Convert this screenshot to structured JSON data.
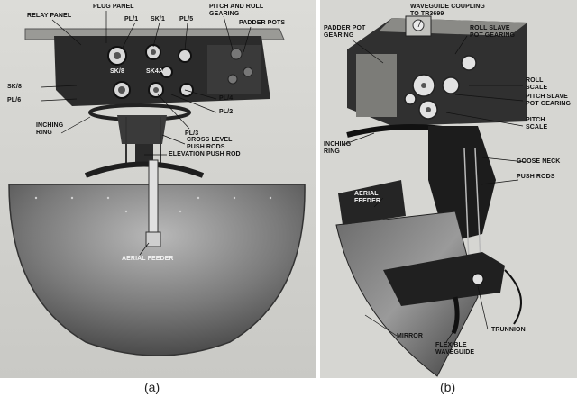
{
  "figure": {
    "panel_a": {
      "caption": "(a)",
      "labels": {
        "relay_panel": "RELAY PANEL",
        "plug_panel": "PLUG PANEL",
        "pl1": "PL/1",
        "sk1": "SK/1",
        "pl5": "PL/5",
        "pitch_roll_gearing": "PITCH AND ROLL\nGEARING",
        "padder_pots": "PADDER POTS",
        "sk8": "SK/8",
        "pl6": "PL/6",
        "sk8b": "SK/8",
        "sk4a": "SK4A",
        "pl4": "PL/4",
        "pl2": "PL/2",
        "pl3": "PL/3",
        "inching_ring": "INCHING\nRING",
        "cross_level": "CROSS LEVEL\nPUSH RODS",
        "elevation_rod": "ELEVATION PUSH ROD",
        "aerial_feeder": "AERIAL FEEDER"
      }
    },
    "panel_b": {
      "caption": "(b)",
      "labels": {
        "waveguide_coupling": "WAVEGUIDE COUPLING\nTO TR3699",
        "padder_pot_gearing": "PADDER POT\nGEARING",
        "roll_slave": "ROLL SLAVE\nPOT GEARING",
        "roll_scale": "ROLL\nSCALE",
        "pitch_slave": "PITCH SLAVE\nPOT GEARING",
        "pitch_scale": "PITCH\nSCALE",
        "inching_ring": "INCHING\nRING",
        "goose_neck": "GOOSE NECK",
        "push_rods": "PUSH RODS",
        "aerial_feeder": "AERIAL\nFEEDER",
        "trunnion": "TRUNNION",
        "mirror": "MIRROR",
        "flexible_waveguide": "FLEXIBLE\nWAVEGUIDE"
      }
    }
  }
}
